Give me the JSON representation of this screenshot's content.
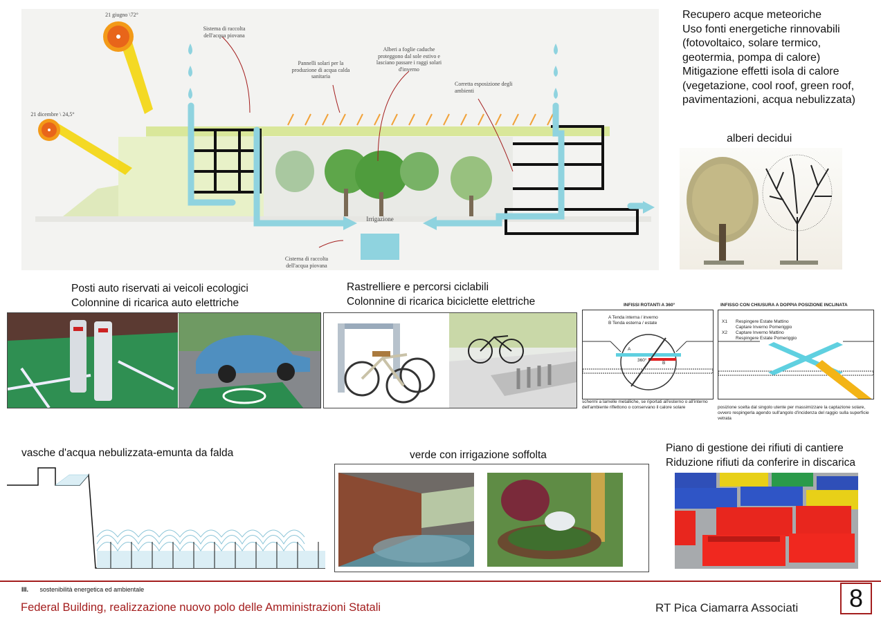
{
  "section_diagram": {
    "sun_june": "21 giugno \\72°",
    "sun_december": "21 dicembre \\ 24,5°",
    "rain_collection": "Sistema di raccolta dell'acqua piovana",
    "solar_panels": "Pannelli solari per la produzione di acqua calda sanitaria",
    "deciduous_trees": "Alberi a foglie caduche proteggono dal sole estivo e lasciano passare i raggi solari d'inverno",
    "exposure": "Corretta esposizione degli ambienti",
    "irrigation": "Irrigazione",
    "cistern": "Cisterna di raccolta dell'acqua piovana"
  },
  "strategies": {
    "lines": [
      "Recupero acque meteoriche",
      "Uso fonti energetiche rinnovabili",
      "(fotovoltaico, solare termico,",
      "geotermia, pompa di calore)",
      "Mitigazione effetti isola di calore",
      "(vegetazione, cool roof, green roof,",
      "pavimentazioni, acqua nebulizzata)"
    ],
    "trees_title": "alberi decidui"
  },
  "ev": {
    "line1": "Posti auto riservati ai veicoli ecologici",
    "line2": "Colonnine di ricarica auto elettriche"
  },
  "bikes": {
    "line1": "Rastrelliere e percorsi ciclabili",
    "line2": "Colonnine di ricarica biciclette elettriche"
  },
  "windows": {
    "left_title": "INFISSI ROTANTI A 360°",
    "left_legend_a": "A  Tenda interna / inverno",
    "left_legend_b": "B  Tenda esterna / estate",
    "left_label_a": "A",
    "left_label_b": "B",
    "left_angle": "360°",
    "left_caption": "schermi a lamelle metalliche, se riportati all'esterno o all'interno dell'ambiente riflettono o conservano il calore solare",
    "right_title": "INFISSO CON CHIUSURA A DOPPIA POSIZIONE INCLINATA",
    "right_x1": "X1",
    "right_x1_a": "Respingere Estate Mattino",
    "right_x1_b": "Captare Inverno Pomeriggio",
    "right_x2": "X2",
    "right_x2_a": "Captare Inverno Mattino",
    "right_x2_b": "Respingere Estate Pomeriggio",
    "right_caption": "posizione scelta dal singolo utente per massimizzare la captazione solare, ovvero respingerla agendo sull'angolo d'incidenza del raggio sulla superficie vetrata"
  },
  "water": {
    "title": "vasche d'acqua nebulizzata-emunta da falda"
  },
  "green": {
    "title": "verde con irrigazione soffolta"
  },
  "waste": {
    "line1": "Piano di gestione dei rifiuti di cantiere",
    "line2": "Riduzione rifiuti da conferire in discarica"
  },
  "footer": {
    "section_num": "III.",
    "section_title": "sostenibilità energetica ed ambientale",
    "project": "Federal Building, realizzazione nuovo polo delle Amministrazioni Statali",
    "firm": "RT  Pica Ciamarra Associati",
    "page": "8"
  },
  "colors": {
    "accent_red": "#a31d1d",
    "water_blue": "#8fd3df",
    "green_roof": "#d6e58f",
    "sun_orange": "#f39a18",
    "ray_yellow": "#f3d400"
  }
}
